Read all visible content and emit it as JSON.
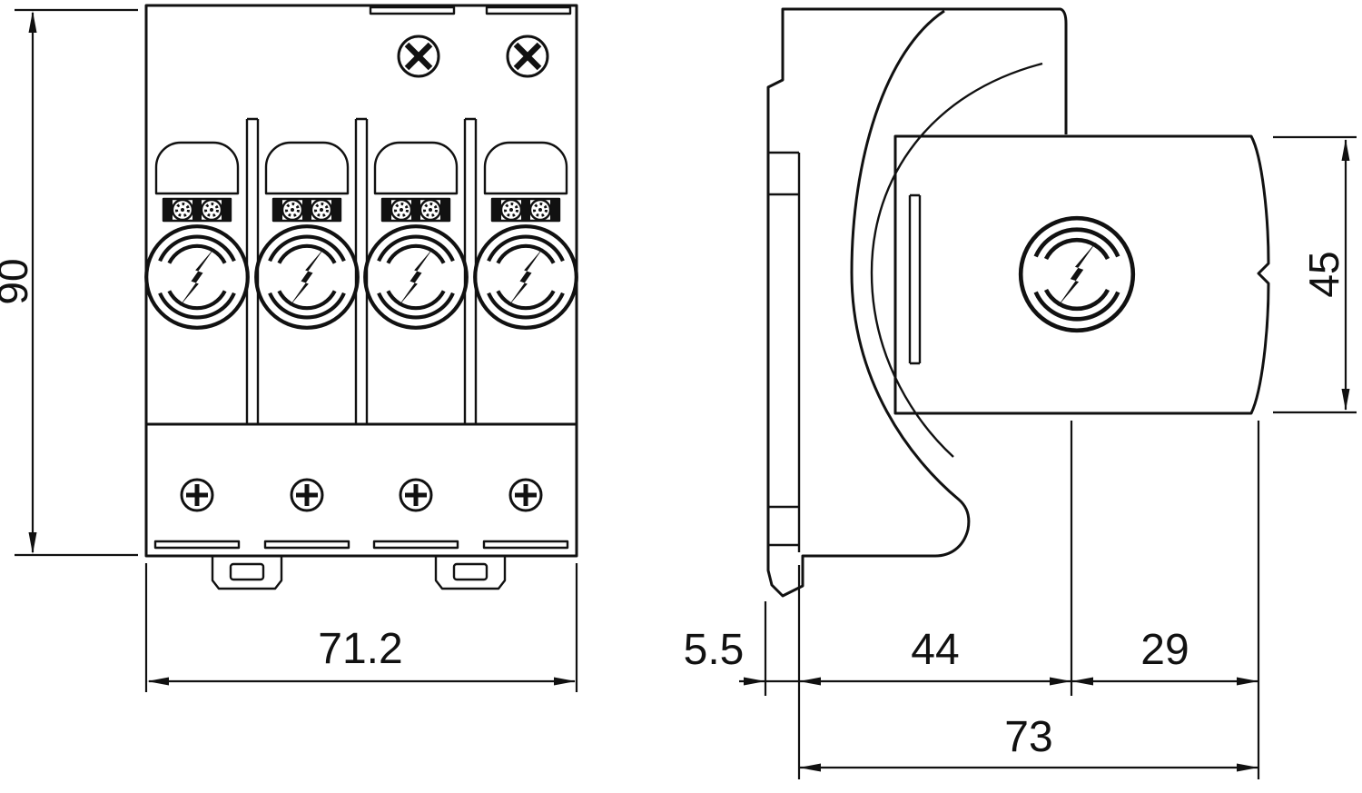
{
  "page": {
    "background": "#ffffff",
    "line_color": "#111111"
  },
  "drawing": {
    "kind": "technical dimension drawing",
    "views": {
      "front": {
        "dim_height": "90",
        "dim_width": "71.2"
      },
      "side": {
        "dim_module_height": "45",
        "dim_rail_offset": "5.5",
        "dim_base_depth": "44",
        "dim_module_depth": "29",
        "dim_total_depth": "73"
      }
    }
  }
}
